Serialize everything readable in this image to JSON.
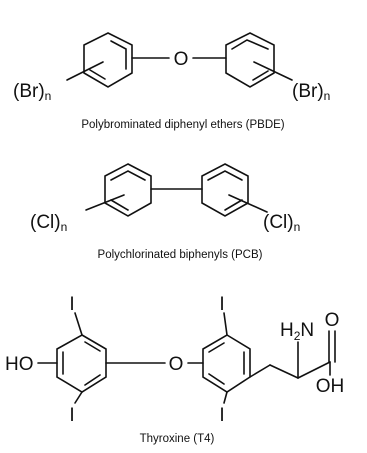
{
  "figure": {
    "molecules": [
      {
        "caption": "Polybrominated diphenyl ethers (PBDE)",
        "bridge_atom": "O",
        "left_substituent": {
          "group": "Br",
          "count": "n"
        },
        "right_substituent": {
          "group": "Br",
          "count": "n"
        }
      },
      {
        "caption": "Polychlorinated biphenyls (PCB)",
        "left_substituent": {
          "group": "Cl",
          "count": "n"
        },
        "right_substituent": {
          "group": "Cl",
          "count": "n"
        }
      },
      {
        "caption": "Thyroxine (T4)",
        "hydroxyl": "HO",
        "bridge_atom": "O",
        "iodine": "I",
        "amine_h": "H",
        "amine_sub": "2",
        "amine_n": "N",
        "carbonyl_o": "O",
        "acid_oh": "OH"
      }
    ]
  }
}
